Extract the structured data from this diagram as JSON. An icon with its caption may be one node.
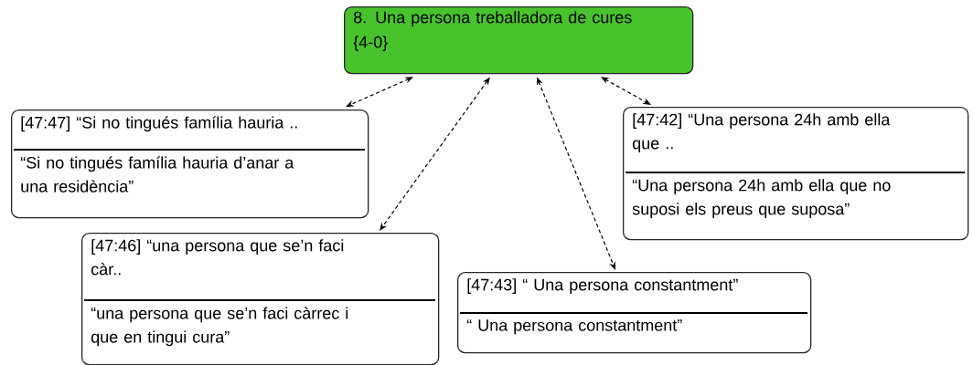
{
  "diagram": {
    "nodes": [
      {
        "text": [
          "8. Una persona treballadora de cures",
          "{4-0}"
        ]
      },
      {
        "text": [
          "[47:47] “Si no tingués família hauria ..",
          "“Si no tingués família hauria d’anar a una residència”"
        ]
      },
      {
        "text": [
          "[47:42] “Una persona 24h amb ella que ..",
          "“Una persona 24h amb ella que no suposi els preus que suposa”"
        ]
      },
      {
        "text": [
          "[47:46] “una persona que se’n faci càr..",
          "“una persona que se’n faci càrrec i que en tingui cura”"
        ]
      },
      {
        "text": [
          "[47:43] “ Una persona constantment”",
          "“ Una persona constantment”"
        ]
      }
    ],
    "edges": [
      {
        "from": 0,
        "to": 1,
        "arrow": "both",
        "style": "dashed"
      },
      {
        "from": 0,
        "to": 3,
        "arrow": "both",
        "style": "dashed"
      },
      {
        "from": 0,
        "to": 4,
        "arrow": "both",
        "style": "dashed"
      },
      {
        "from": 0,
        "to": 2,
        "arrow": "both",
        "style": "dashed"
      }
    ]
  }
}
